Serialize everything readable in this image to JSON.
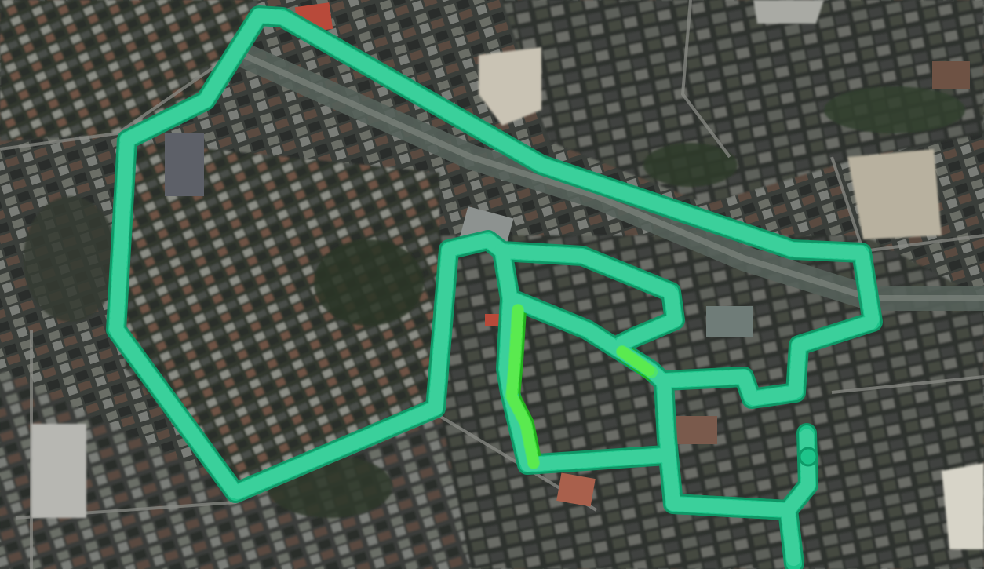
{
  "map": {
    "kind": "satellite-imagery",
    "palette": {
      "ground": "#3a3e3a",
      "ground_light": "#6b6e66",
      "roof_dark": "#2a2d2b",
      "roof_grey": "#7a7d78",
      "roof_brown": "#6e5244",
      "roof_red": "#b84a3a",
      "vegetation": "#2f3a2a",
      "river": "#55605a",
      "open_lot": "#c9c3b4",
      "track_primary": "#1ec48a",
      "track_primary_stroke": "#0e9a68",
      "track_highlight": "#3fe23a",
      "track_highlight_stroke": "#22b41e"
    },
    "tracks": [
      {
        "id": "outer-loop",
        "segment_type": "primary"
      },
      {
        "id": "inner-loop",
        "segment_type": "primary"
      },
      {
        "id": "central-branch",
        "segment_type": "primary"
      },
      {
        "id": "east-lower-loop",
        "segment_type": "primary"
      },
      {
        "id": "south-spur",
        "segment_type": "primary"
      },
      {
        "id": "highlight-north-south",
        "segment_type": "highlight"
      },
      {
        "id": "highlight-diagonal",
        "segment_type": "highlight"
      }
    ],
    "endpoint_marker": {
      "present": true
    }
  }
}
